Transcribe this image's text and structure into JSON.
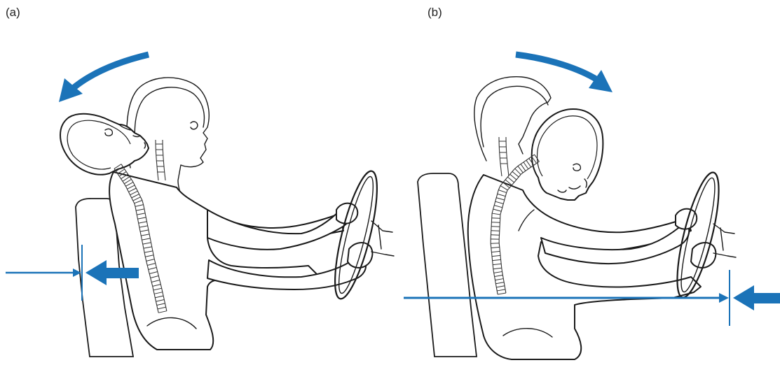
{
  "panels": [
    {
      "id": "a",
      "label": "(a)"
    },
    {
      "id": "b",
      "label": "(b)"
    }
  ],
  "colors": {
    "arrow": "#1b73b8",
    "line": "#1a1a1a",
    "background": "#ffffff"
  }
}
